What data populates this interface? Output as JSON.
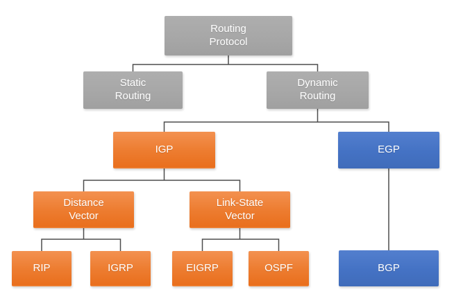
{
  "diagram": {
    "type": "hierarchy-tree",
    "root": "Routing Protocol",
    "nodes": [
      {
        "id": "routing-protocol",
        "label": "Routing\nProtocol",
        "color_role": "gray"
      },
      {
        "id": "static-routing",
        "label": "Static\nRouting",
        "color_role": "gray"
      },
      {
        "id": "dynamic-routing",
        "label": "Dynamic\nRouting",
        "color_role": "gray"
      },
      {
        "id": "igp",
        "label": "IGP",
        "color_role": "orange"
      },
      {
        "id": "egp",
        "label": "EGP",
        "color_role": "blue"
      },
      {
        "id": "distance-vector",
        "label": "Distance\nVector",
        "color_role": "orange"
      },
      {
        "id": "link-state-vector",
        "label": "Link-State\nVector",
        "color_role": "orange"
      },
      {
        "id": "rip",
        "label": "RIP",
        "color_role": "orange"
      },
      {
        "id": "igrp",
        "label": "IGRP",
        "color_role": "orange"
      },
      {
        "id": "eigrp",
        "label": "EIGRP",
        "color_role": "orange"
      },
      {
        "id": "ospf",
        "label": "OSPF",
        "color_role": "orange"
      },
      {
        "id": "bgp",
        "label": "BGP",
        "color_role": "blue"
      }
    ],
    "hierarchy": {
      "Routing Protocol": [
        "Static Routing",
        "Dynamic Routing"
      ],
      "Static Routing": [],
      "Dynamic Routing": [
        "IGP",
        "EGP"
      ],
      "IGP": [
        "Distance Vector",
        "Link-State Vector"
      ],
      "EGP": [
        "BGP"
      ],
      "Distance Vector": [
        "RIP",
        "IGRP"
      ],
      "Link-State Vector": [
        "EIGRP",
        "OSPF"
      ],
      "RIP": [],
      "IGRP": [],
      "EIGRP": [],
      "OSPF": [],
      "BGP": []
    },
    "colors": {
      "gray_box": "#a7a7a7",
      "orange_box": "#ed7d31",
      "blue_box": "#4472c4",
      "connector_line": "#4d4d4d",
      "text": "#ffffff",
      "background": "#ffffff"
    }
  }
}
